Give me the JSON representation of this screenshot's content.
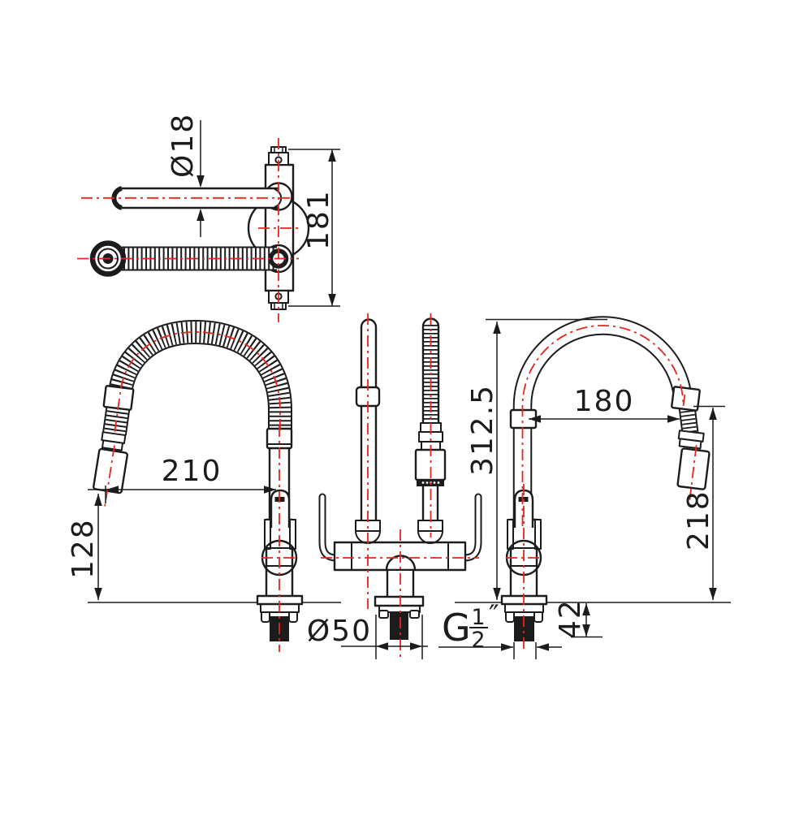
{
  "colors": {
    "background": "#ffffff",
    "line": "#1c1c1c",
    "centerline": "#e8241f"
  },
  "dimensions": {
    "spout_diameter": {
      "label": "Ø18"
    },
    "body_height_top_view": {
      "label": "181"
    },
    "spray_reach": {
      "label": "210"
    },
    "spray_tip_height": {
      "label": "128"
    },
    "total_height": {
      "label": "312.5"
    },
    "spout_reach": {
      "label": "180"
    },
    "outlet_height": {
      "label": "218"
    },
    "shank_length": {
      "label": "42"
    },
    "base_diameter": {
      "label": "Ø50"
    },
    "thread": {
      "prefix": "G",
      "numerator": "1",
      "denominator": "2",
      "unit_mark": "″",
      "full_label": "G 1/2\""
    }
  }
}
